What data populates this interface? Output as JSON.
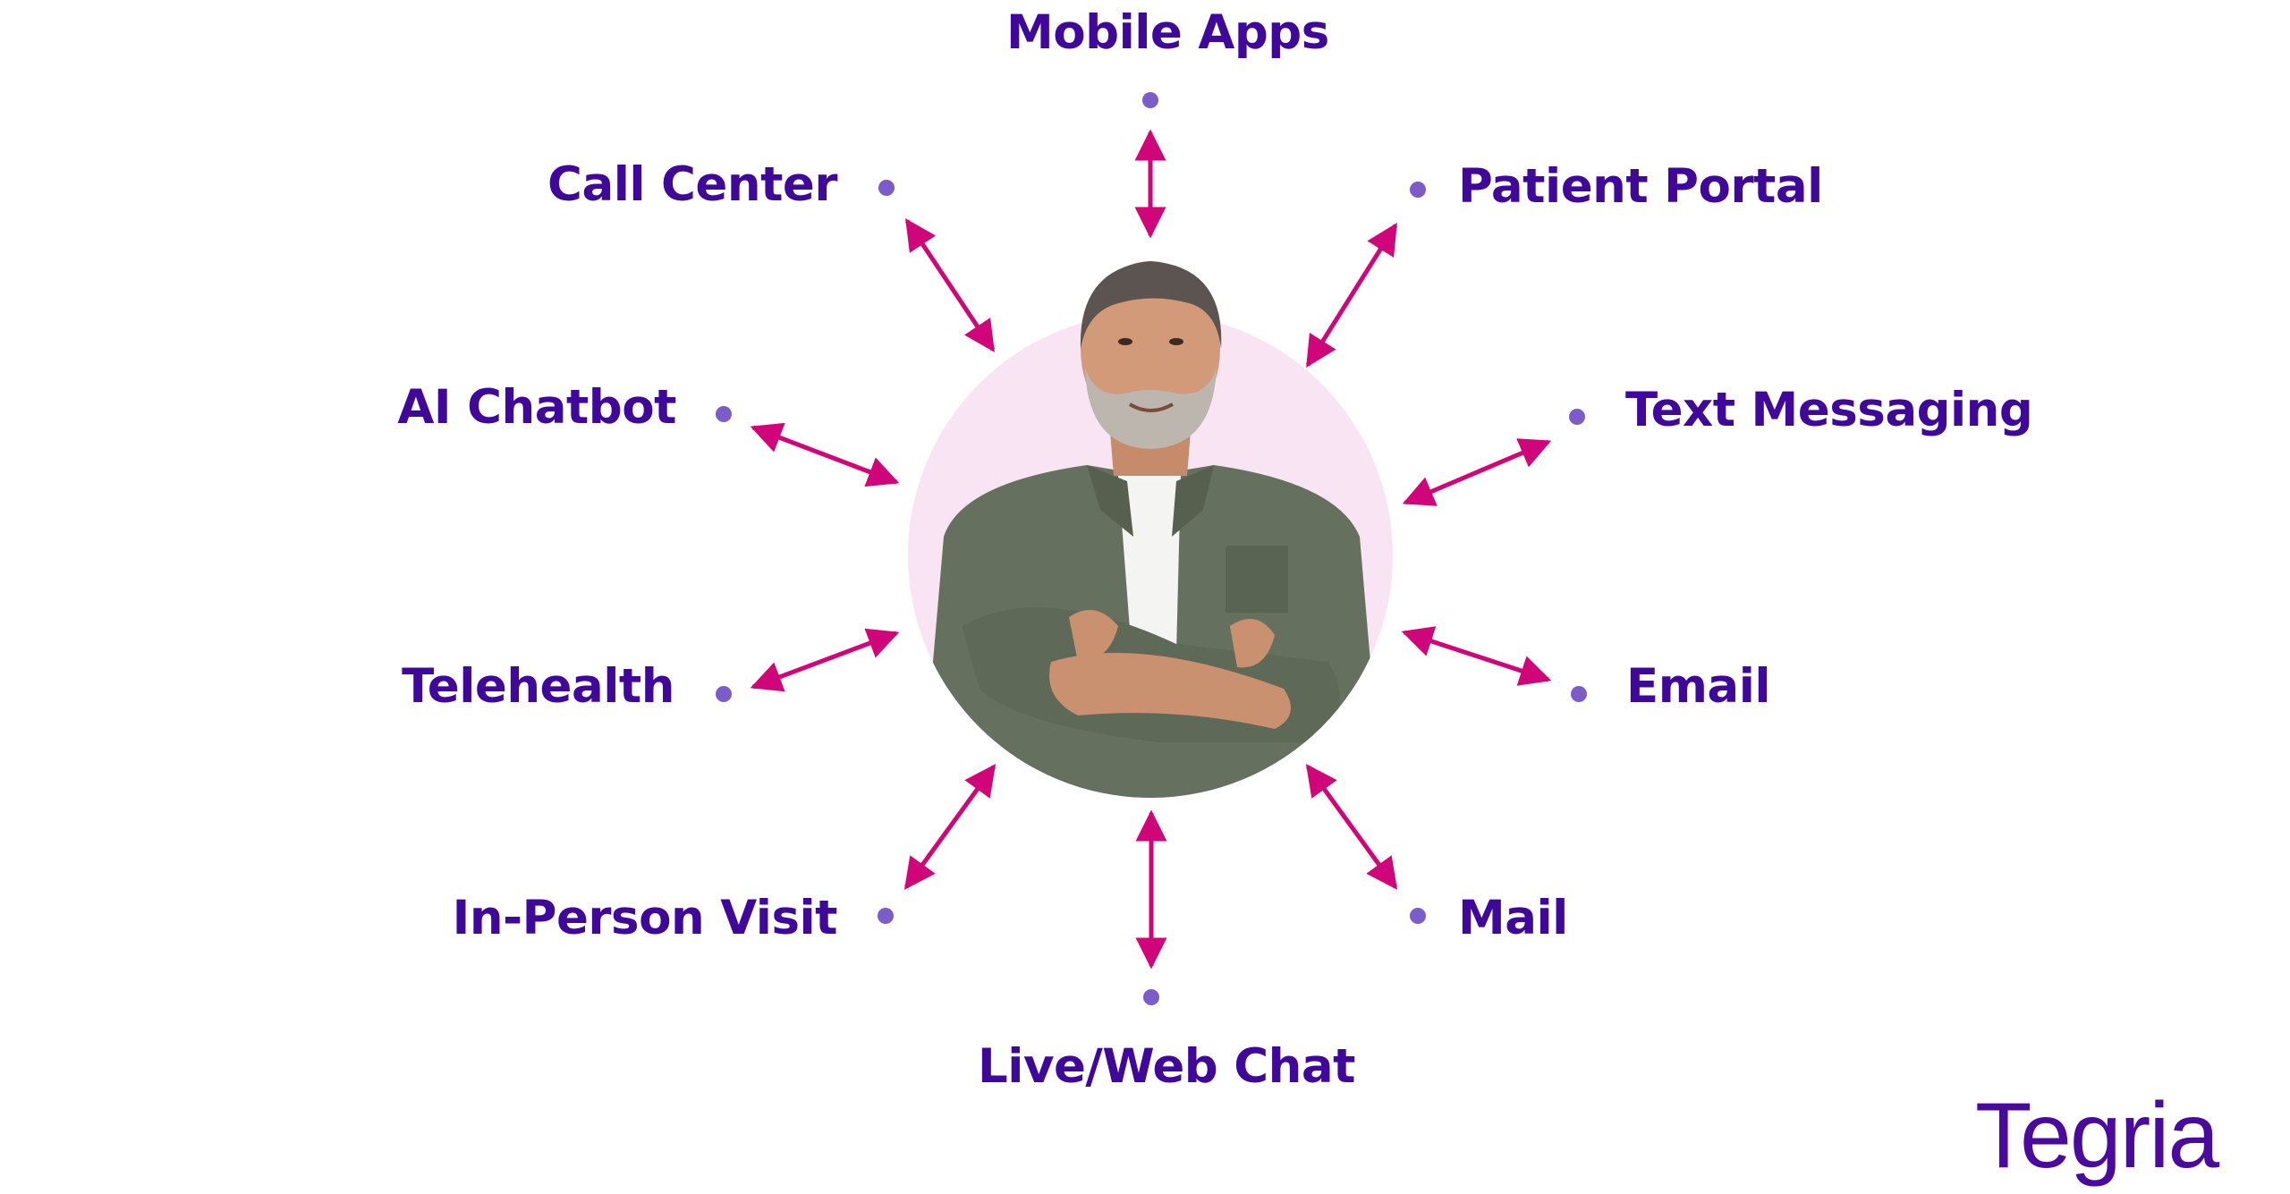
{
  "diagram": {
    "center": {
      "subject": "patient",
      "image": "smiling middle-aged man with gray beard, arms crossed, green shirt"
    },
    "channels": [
      {
        "id": "mobile-apps",
        "label": "Mobile Apps"
      },
      {
        "id": "patient-portal",
        "label": "Patient Portal"
      },
      {
        "id": "text-messaging",
        "label": "Text Messaging"
      },
      {
        "id": "email",
        "label": "Email"
      },
      {
        "id": "mail",
        "label": "Mail"
      },
      {
        "id": "live-web-chat",
        "label": "Live/Web Chat"
      },
      {
        "id": "in-person-visit",
        "label": "In-Person Visit"
      },
      {
        "id": "telehealth",
        "label": "Telehealth"
      },
      {
        "id": "ai-chatbot",
        "label": "AI Chatbot"
      },
      {
        "id": "call-center",
        "label": "Call Center"
      }
    ],
    "connector": "bidirectional-arrow"
  },
  "brand": {
    "logo_text": "Tegria"
  },
  "colors": {
    "label": "#40089a",
    "dot": "#7b5cc8",
    "arrow": "#d1057a",
    "hub_circle": "#f9e4f3",
    "logo": "#4b0a9e"
  }
}
